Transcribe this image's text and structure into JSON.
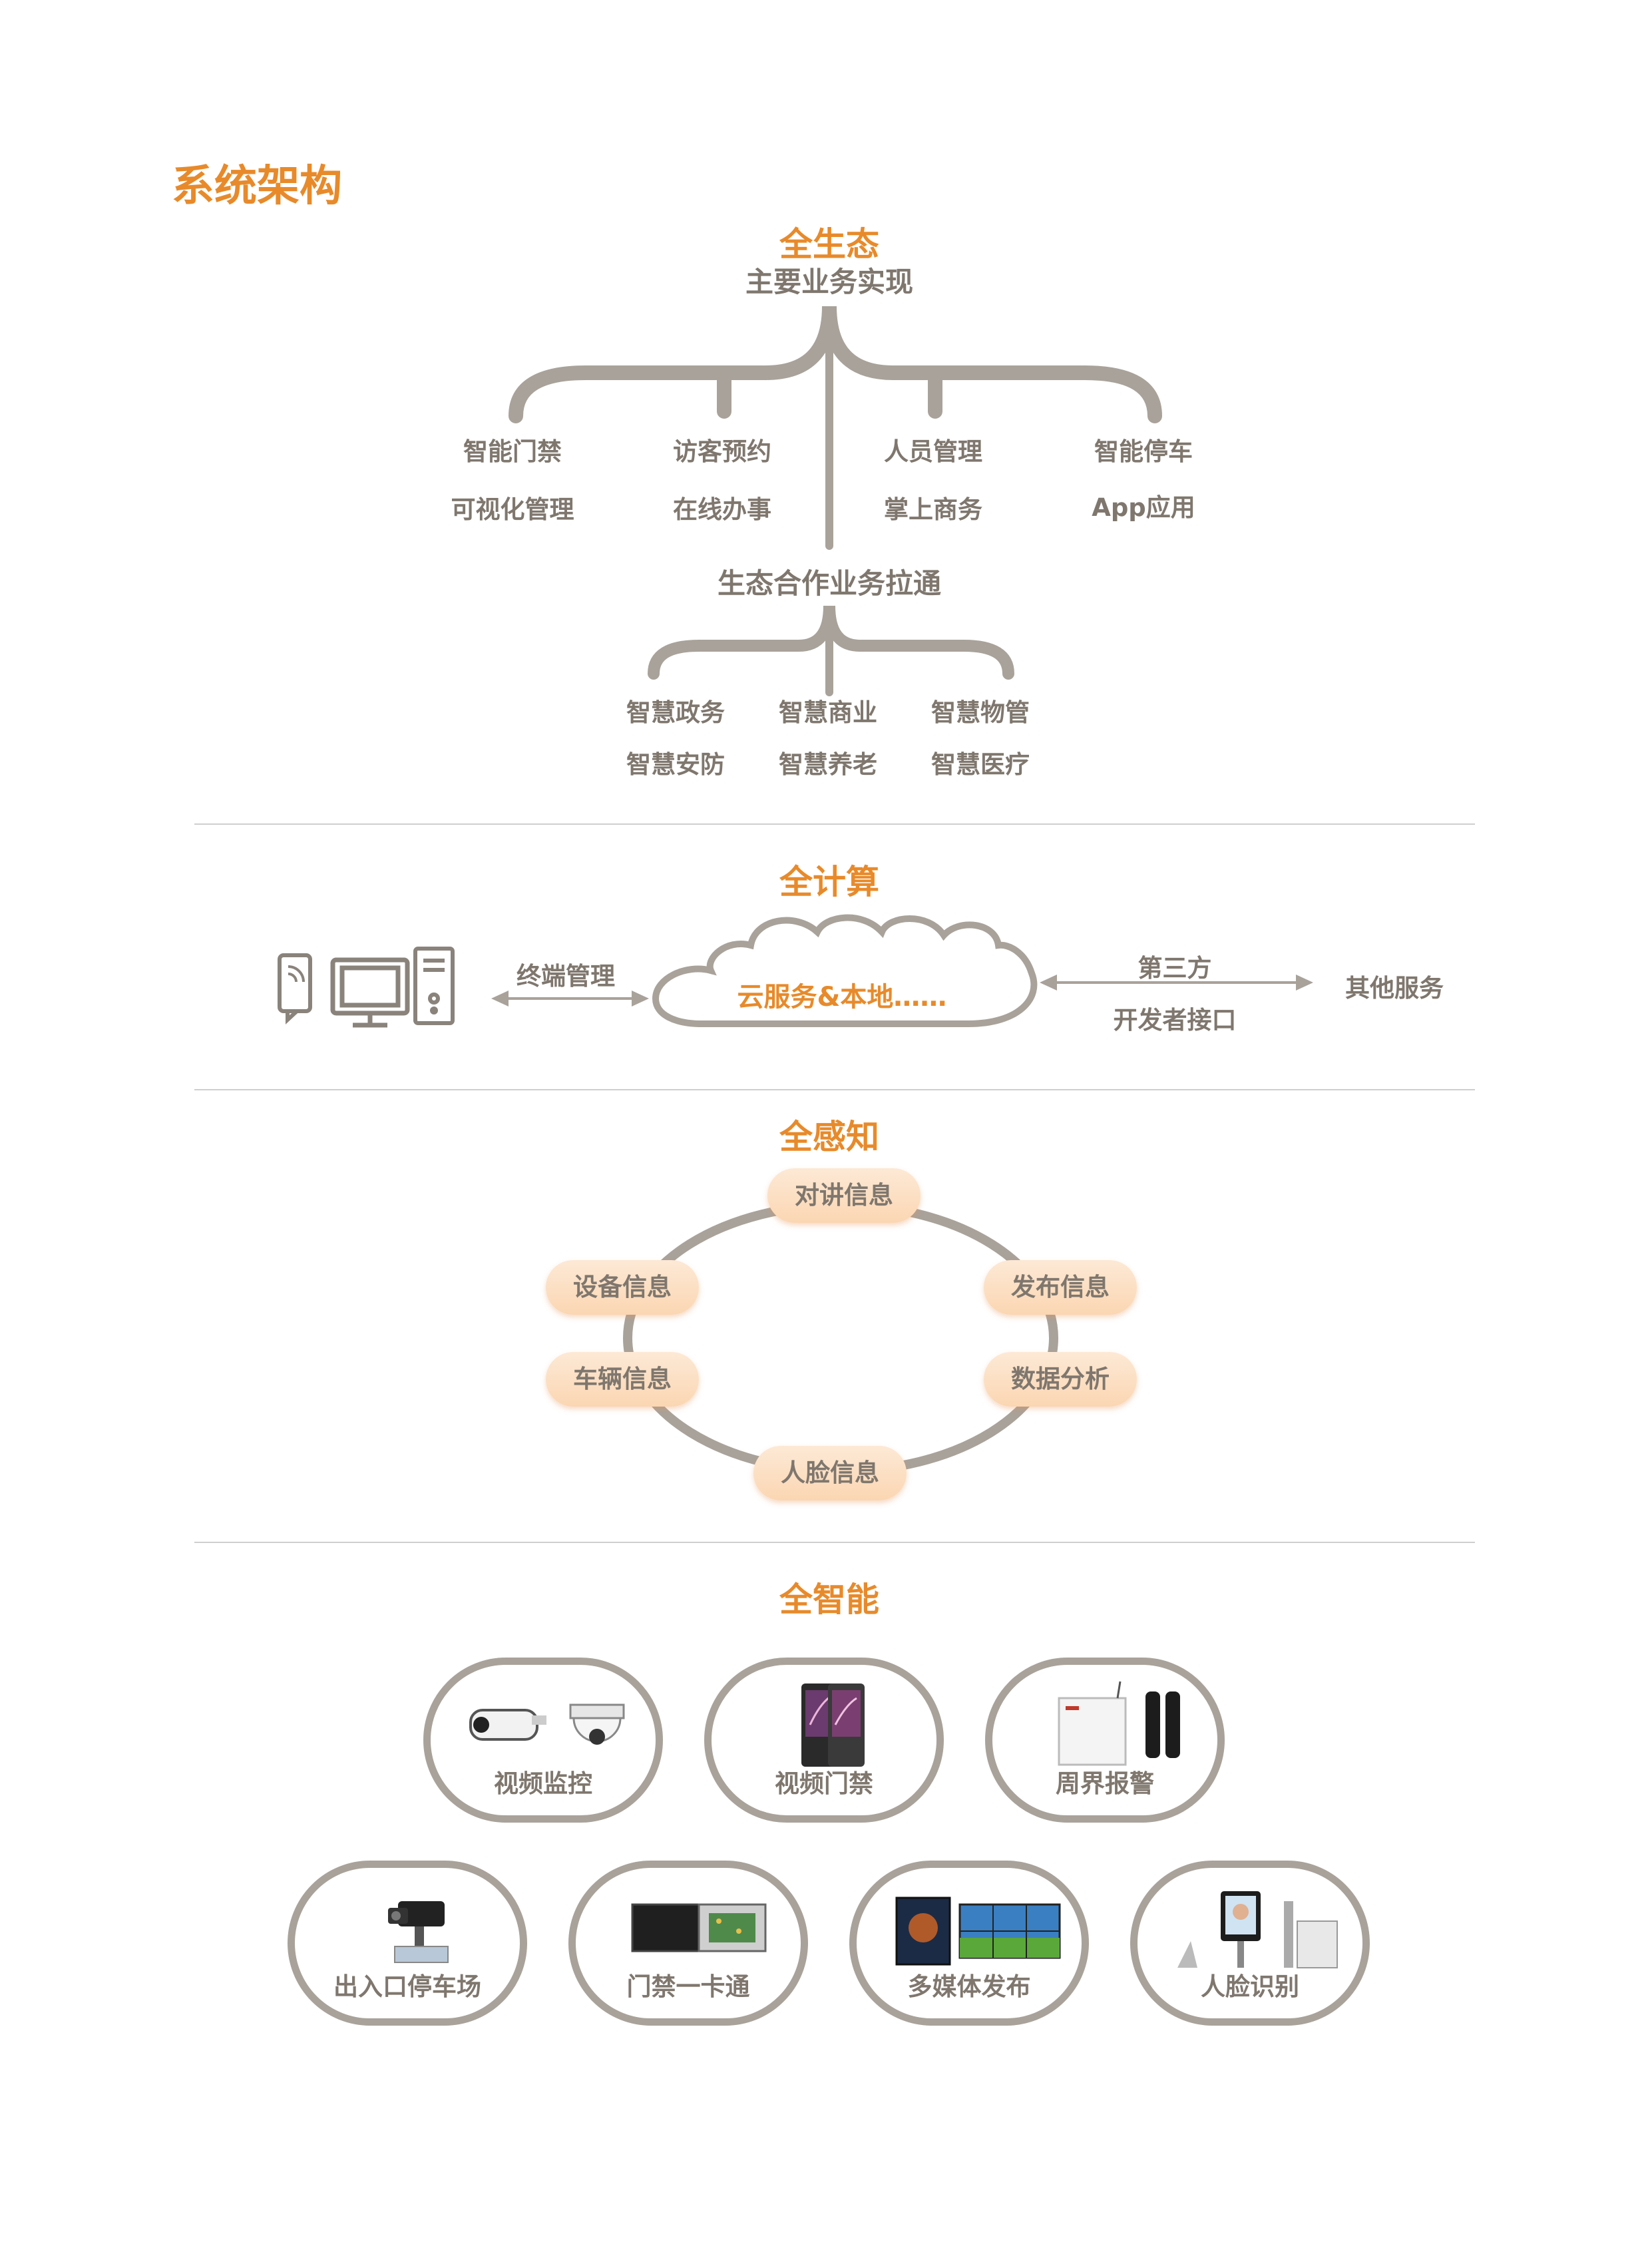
{
  "page_title": "系统架构",
  "ecosystem": {
    "title": "全生态",
    "subtitle": "主要业务实现",
    "services": [
      {
        "line1": "智能门禁",
        "line2": "可视化管理"
      },
      {
        "line1": "访客预约",
        "line2": "在线办事"
      },
      {
        "line1": "人员管理",
        "line2": "掌上商务"
      },
      {
        "line1": "智能停车",
        "line2": "App应用"
      }
    ],
    "partner_title": "生态合作业务拉通",
    "partners": [
      {
        "line1": "智慧政务",
        "line2": "智慧安防"
      },
      {
        "line1": "智慧商业",
        "line2": "智慧养老"
      },
      {
        "line1": "智慧物管",
        "line2": "智慧医疗"
      }
    ]
  },
  "computing": {
    "title": "全计算",
    "terminal_label": "终端管理",
    "cloud_label": "云服务&本地……",
    "third_party_line1": "第三方",
    "third_party_line2": "开发者接口",
    "other_services": "其他服务"
  },
  "perception": {
    "title": "全感知",
    "items": {
      "top": "对讲信息",
      "upper_left": "设备信息",
      "upper_right": "发布信息",
      "lower_left": "车辆信息",
      "lower_right": "数据分析",
      "bottom": "人脸信息"
    }
  },
  "intelligence": {
    "title": "全智能",
    "row1": [
      "视频监控",
      "视频门禁",
      "周界报警"
    ],
    "row2": [
      "出入口停车场",
      "门禁一卡通",
      "多媒体发布",
      "人脸识别"
    ]
  },
  "colors": {
    "accent": "#e88a2a",
    "text": "#7f776e",
    "line": "#a9a29a",
    "pill": "#fbd6b2"
  }
}
